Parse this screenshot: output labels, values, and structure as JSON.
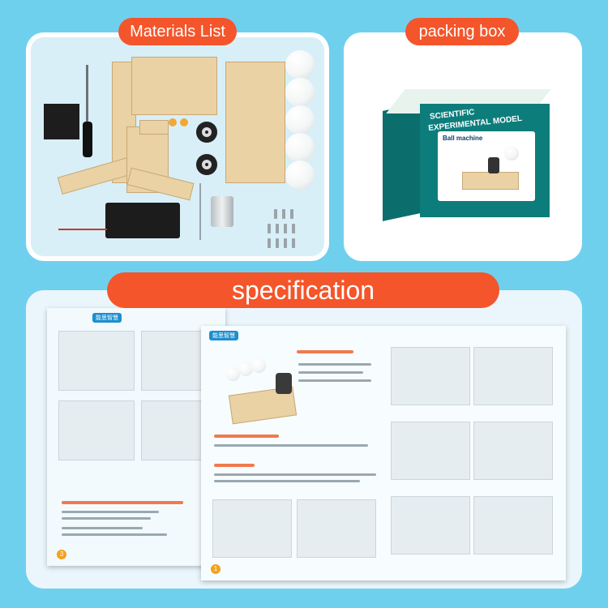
{
  "sections": {
    "materials_label": "Materials List",
    "packing_label": "packing box",
    "specification_label": "specification"
  },
  "box": {
    "title_line1": "SCIENTIFIC",
    "title_line2": "EXPERIMENTAL MODEL",
    "product_name": "Ball machine"
  },
  "booklet": {
    "brand": "能思智慧",
    "left_page_number": "3",
    "right_page_number": "1"
  },
  "colors": {
    "background": "#6fd0ee",
    "accent": "#f4552a",
    "box_teal": "#0d7d7c"
  }
}
